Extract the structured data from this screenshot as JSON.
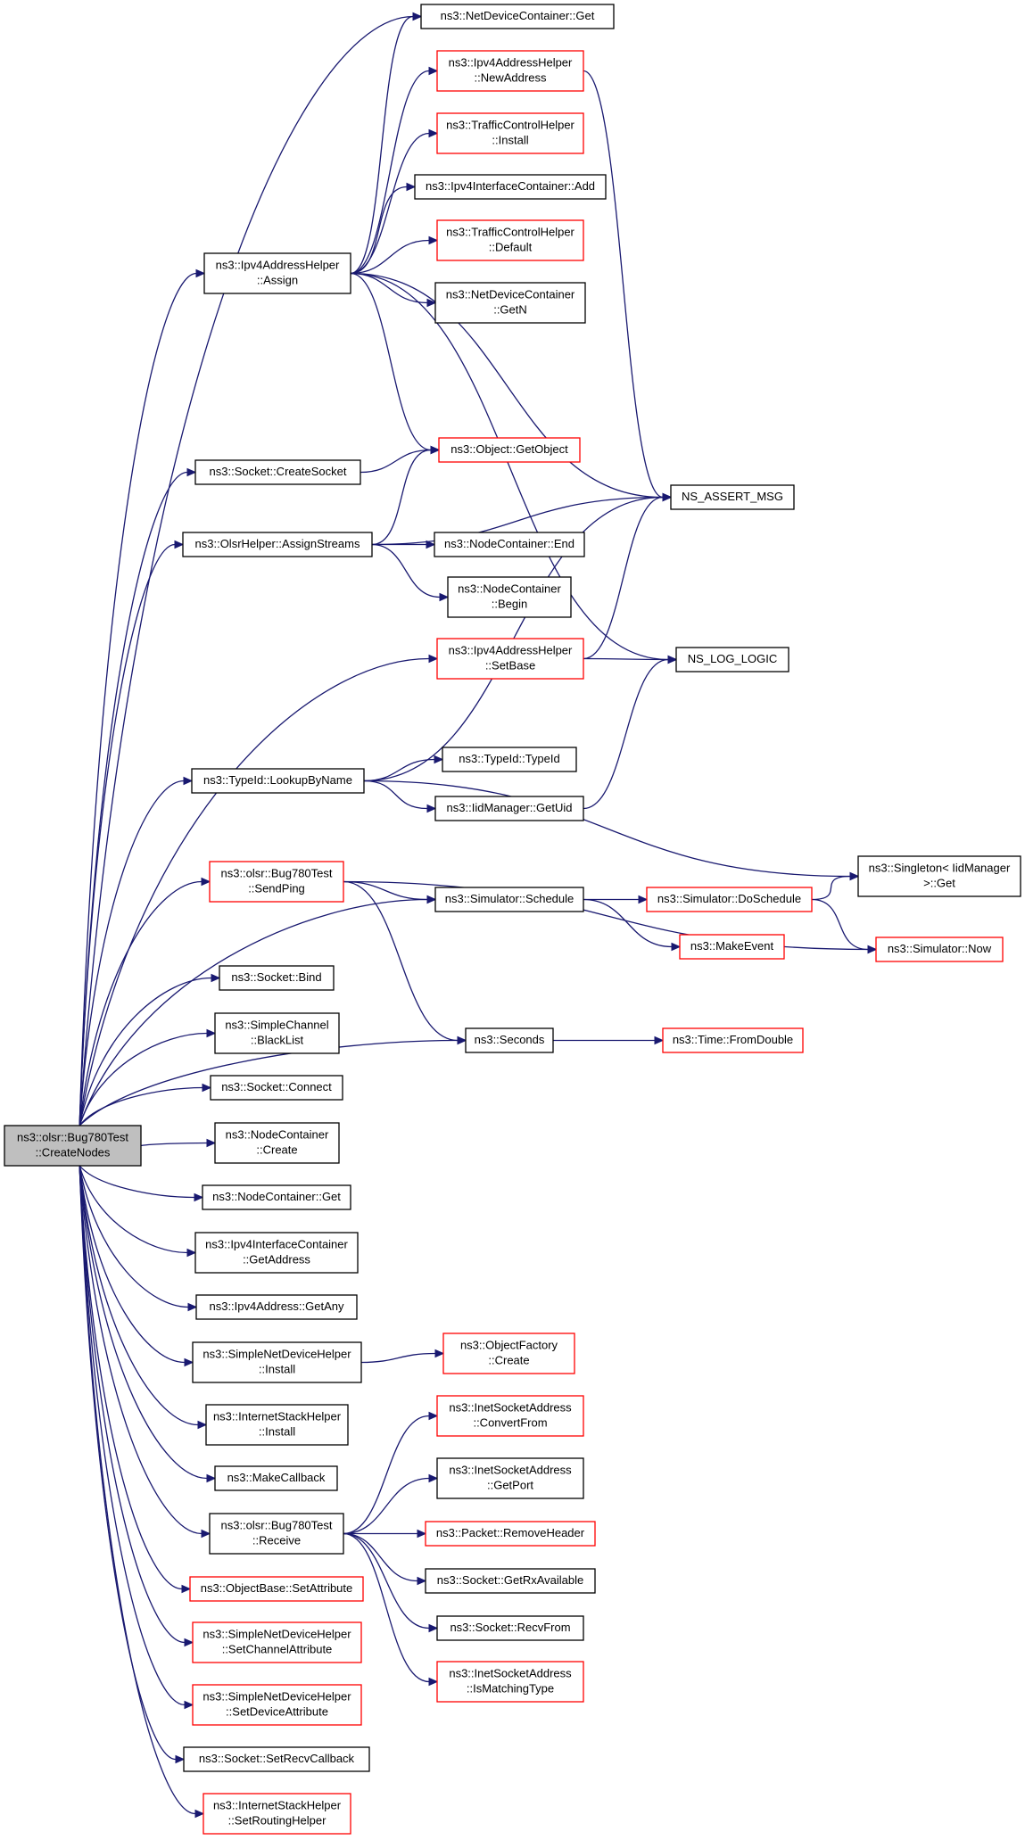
{
  "nodes": [
    {
      "id": "root",
      "lines": [
        "ns3::olsr::Bug780Test",
        "::CreateNodes"
      ],
      "style": "root"
    },
    {
      "id": "ndc_get",
      "lines": [
        "ns3::NetDeviceContainer::Get"
      ],
      "style": "black"
    },
    {
      "id": "ipv4ah_newaddr",
      "lines": [
        "ns3::Ipv4AddressHelper",
        "::NewAddress"
      ],
      "style": "red"
    },
    {
      "id": "tch_install",
      "lines": [
        "ns3::TrafficControlHelper",
        "::Install"
      ],
      "style": "red"
    },
    {
      "id": "ipv4ic_add",
      "lines": [
        "ns3::Ipv4InterfaceContainer::Add"
      ],
      "style": "black"
    },
    {
      "id": "tch_default",
      "lines": [
        "ns3::TrafficControlHelper",
        "::Default"
      ],
      "style": "red"
    },
    {
      "id": "ndc_getn",
      "lines": [
        "ns3::NetDeviceContainer",
        "::GetN"
      ],
      "style": "black"
    },
    {
      "id": "ipv4ah_assign",
      "lines": [
        "ns3::Ipv4AddressHelper",
        "::Assign"
      ],
      "style": "black"
    },
    {
      "id": "obj_getobject",
      "lines": [
        "ns3::Object::GetObject"
      ],
      "style": "red"
    },
    {
      "id": "socket_create",
      "lines": [
        "ns3::Socket::CreateSocket"
      ],
      "style": "black"
    },
    {
      "id": "ns_assert_msg",
      "lines": [
        "NS_ASSERT_MSG"
      ],
      "style": "black"
    },
    {
      "id": "olsr_assignstreams",
      "lines": [
        "ns3::OlsrHelper::AssignStreams"
      ],
      "style": "black"
    },
    {
      "id": "nc_end",
      "lines": [
        "ns3::NodeContainer::End"
      ],
      "style": "black"
    },
    {
      "id": "nc_begin",
      "lines": [
        "ns3::NodeContainer",
        "::Begin"
      ],
      "style": "black"
    },
    {
      "id": "ipv4ah_setbase",
      "lines": [
        "ns3::Ipv4AddressHelper",
        "::SetBase"
      ],
      "style": "red"
    },
    {
      "id": "ns_log_logic",
      "lines": [
        "NS_LOG_LOGIC"
      ],
      "style": "black"
    },
    {
      "id": "typeid_lookup",
      "lines": [
        "ns3::TypeId::LookupByName"
      ],
      "style": "black"
    },
    {
      "id": "typeid_typeid",
      "lines": [
        "ns3::TypeId::TypeId"
      ],
      "style": "black"
    },
    {
      "id": "iidmgr_getuid",
      "lines": [
        "ns3::IidManager::GetUid"
      ],
      "style": "black"
    },
    {
      "id": "singleton_get",
      "lines": [
        "ns3::Singleton< IidManager",
        ">::Get"
      ],
      "style": "black"
    },
    {
      "id": "bug780_sendping",
      "lines": [
        "ns3::olsr::Bug780Test",
        "::SendPing"
      ],
      "style": "red"
    },
    {
      "id": "sim_schedule",
      "lines": [
        "ns3::Simulator::Schedule"
      ],
      "style": "black"
    },
    {
      "id": "sim_doschedule",
      "lines": [
        "ns3::Simulator::DoSchedule"
      ],
      "style": "red"
    },
    {
      "id": "makeevent",
      "lines": [
        "ns3::MakeEvent"
      ],
      "style": "red"
    },
    {
      "id": "sim_now",
      "lines": [
        "ns3::Simulator::Now"
      ],
      "style": "red"
    },
    {
      "id": "socket_bind",
      "lines": [
        "ns3::Socket::Bind"
      ],
      "style": "black"
    },
    {
      "id": "simplechannel_blacklist",
      "lines": [
        "ns3::SimpleChannel",
        "::BlackList"
      ],
      "style": "black"
    },
    {
      "id": "seconds",
      "lines": [
        "ns3::Seconds"
      ],
      "style": "black"
    },
    {
      "id": "time_fromdouble",
      "lines": [
        "ns3::Time::FromDouble"
      ],
      "style": "red"
    },
    {
      "id": "socket_connect",
      "lines": [
        "ns3::Socket::Connect"
      ],
      "style": "black"
    },
    {
      "id": "nc_create",
      "lines": [
        "ns3::NodeContainer",
        "::Create"
      ],
      "style": "black"
    },
    {
      "id": "nc_get",
      "lines": [
        "ns3::NodeContainer::Get"
      ],
      "style": "black"
    },
    {
      "id": "ipv4ic_getaddress",
      "lines": [
        "ns3::Ipv4InterfaceContainer",
        "::GetAddress"
      ],
      "style": "black"
    },
    {
      "id": "ipv4addr_getany",
      "lines": [
        "ns3::Ipv4Address::GetAny"
      ],
      "style": "black"
    },
    {
      "id": "sndh_install",
      "lines": [
        "ns3::SimpleNetDeviceHelper",
        "::Install"
      ],
      "style": "black"
    },
    {
      "id": "objfactory_create",
      "lines": [
        "ns3::ObjectFactory",
        "::Create"
      ],
      "style": "red"
    },
    {
      "id": "ish_install",
      "lines": [
        "ns3::InternetStackHelper",
        "::Install"
      ],
      "style": "black"
    },
    {
      "id": "makecallback",
      "lines": [
        "ns3::MakeCallback"
      ],
      "style": "black"
    },
    {
      "id": "isa_convertfrom",
      "lines": [
        "ns3::InetSocketAddress",
        "::ConvertFrom"
      ],
      "style": "red"
    },
    {
      "id": "isa_getport",
      "lines": [
        "ns3::InetSocketAddress",
        "::GetPort"
      ],
      "style": "black"
    },
    {
      "id": "bug780_receive",
      "lines": [
        "ns3::olsr::Bug780Test",
        "::Receive"
      ],
      "style": "black"
    },
    {
      "id": "packet_removeheader",
      "lines": [
        "ns3::Packet::RemoveHeader"
      ],
      "style": "red"
    },
    {
      "id": "objbase_setattr",
      "lines": [
        "ns3::ObjectBase::SetAttribute"
      ],
      "style": "red"
    },
    {
      "id": "socket_getrxavail",
      "lines": [
        "ns3::Socket::GetRxAvailable"
      ],
      "style": "black"
    },
    {
      "id": "sndh_setchannelattr",
      "lines": [
        "ns3::SimpleNetDeviceHelper",
        "::SetChannelAttribute"
      ],
      "style": "red"
    },
    {
      "id": "socket_recvfrom",
      "lines": [
        "ns3::Socket::RecvFrom"
      ],
      "style": "black"
    },
    {
      "id": "isa_ismatching",
      "lines": [
        "ns3::InetSocketAddress",
        "::IsMatchingType"
      ],
      "style": "red"
    },
    {
      "id": "sndh_setdeviceattr",
      "lines": [
        "ns3::SimpleNetDeviceHelper",
        "::SetDeviceAttribute"
      ],
      "style": "red"
    },
    {
      "id": "socket_setrecvcb",
      "lines": [
        "ns3::Socket::SetRecvCallback"
      ],
      "style": "black"
    },
    {
      "id": "ish_setrouting",
      "lines": [
        "ns3::InternetStackHelper",
        "::SetRoutingHelper"
      ],
      "style": "red"
    }
  ],
  "edges": [
    [
      "root",
      "ndc_get"
    ],
    [
      "root",
      "ipv4ah_assign"
    ],
    [
      "root",
      "socket_create"
    ],
    [
      "root",
      "olsr_assignstreams"
    ],
    [
      "root",
      "ipv4ah_setbase"
    ],
    [
      "root",
      "typeid_lookup"
    ],
    [
      "root",
      "bug780_sendping"
    ],
    [
      "root",
      "sim_schedule"
    ],
    [
      "root",
      "socket_bind"
    ],
    [
      "root",
      "simplechannel_blacklist"
    ],
    [
      "root",
      "seconds"
    ],
    [
      "root",
      "socket_connect"
    ],
    [
      "root",
      "nc_create"
    ],
    [
      "root",
      "nc_get"
    ],
    [
      "root",
      "ipv4ic_getaddress"
    ],
    [
      "root",
      "ipv4addr_getany"
    ],
    [
      "root",
      "sndh_install"
    ],
    [
      "root",
      "ish_install"
    ],
    [
      "root",
      "makecallback"
    ],
    [
      "root",
      "bug780_receive"
    ],
    [
      "root",
      "objbase_setattr"
    ],
    [
      "root",
      "sndh_setchannelattr"
    ],
    [
      "root",
      "sndh_setdeviceattr"
    ],
    [
      "root",
      "socket_setrecvcb"
    ],
    [
      "root",
      "ish_setrouting"
    ],
    [
      "ipv4ah_assign",
      "ndc_get"
    ],
    [
      "ipv4ah_assign",
      "ipv4ah_newaddr"
    ],
    [
      "ipv4ah_assign",
      "tch_install"
    ],
    [
      "ipv4ah_assign",
      "ipv4ic_add"
    ],
    [
      "ipv4ah_assign",
      "tch_default"
    ],
    [
      "ipv4ah_assign",
      "ndc_getn"
    ],
    [
      "ipv4ah_assign",
      "obj_getobject"
    ],
    [
      "ipv4ah_assign",
      "ns_assert_msg"
    ],
    [
      "ipv4ah_assign",
      "ns_log_logic"
    ],
    [
      "ipv4ah_newaddr",
      "ns_assert_msg"
    ],
    [
      "socket_create",
      "obj_getobject"
    ],
    [
      "olsr_assignstreams",
      "obj_getobject"
    ],
    [
      "olsr_assignstreams",
      "ns_assert_msg"
    ],
    [
      "olsr_assignstreams",
      "nc_end"
    ],
    [
      "olsr_assignstreams",
      "nc_begin"
    ],
    [
      "ipv4ah_setbase",
      "ns_assert_msg"
    ],
    [
      "ipv4ah_setbase",
      "ns_log_logic"
    ],
    [
      "typeid_lookup",
      "ns_assert_msg"
    ],
    [
      "typeid_lookup",
      "typeid_typeid"
    ],
    [
      "typeid_lookup",
      "iidmgr_getuid"
    ],
    [
      "typeid_lookup",
      "singleton_get"
    ],
    [
      "iidmgr_getuid",
      "ns_log_logic"
    ],
    [
      "bug780_sendping",
      "sim_schedule"
    ],
    [
      "bug780_sendping",
      "sim_now"
    ],
    [
      "bug780_sendping",
      "seconds"
    ],
    [
      "sim_schedule",
      "sim_doschedule"
    ],
    [
      "sim_schedule",
      "makeevent"
    ],
    [
      "sim_doschedule",
      "singleton_get"
    ],
    [
      "sim_doschedule",
      "sim_now"
    ],
    [
      "seconds",
      "time_fromdouble"
    ],
    [
      "sndh_install",
      "objfactory_create"
    ],
    [
      "bug780_receive",
      "isa_convertfrom"
    ],
    [
      "bug780_receive",
      "isa_getport"
    ],
    [
      "bug780_receive",
      "packet_removeheader"
    ],
    [
      "bug780_receive",
      "socket_getrxavail"
    ],
    [
      "bug780_receive",
      "socket_recvfrom"
    ],
    [
      "bug780_receive",
      "isa_ismatching"
    ]
  ]
}
